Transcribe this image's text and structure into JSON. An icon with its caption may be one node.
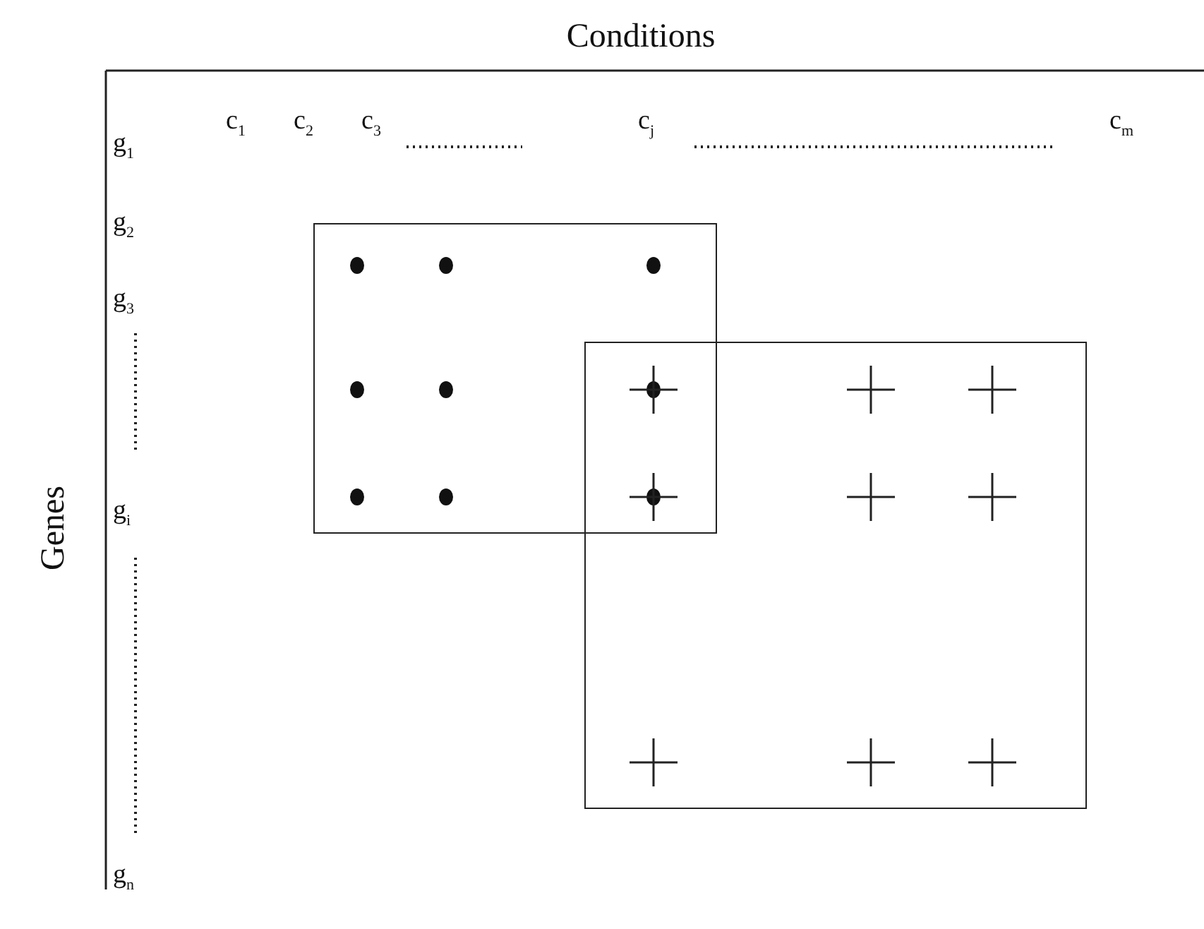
{
  "diagram": {
    "title": "Conditions",
    "nodes": [
      {
        "text": [],
        "shape": "box"
      },
      {
        "text": [],
        "shape": "box"
      }
    ],
    "labels": [
      "c$_{1}$",
      "c$_{2}$",
      "c$_{3}$",
      "c$_{j}$",
      "c$_{m}$",
      "g$_{1}$",
      "g$_{2}$",
      "g$_{3}$",
      "g$_{i}$",
      "g$_{n}$",
      "Genes"
    ]
  }
}
